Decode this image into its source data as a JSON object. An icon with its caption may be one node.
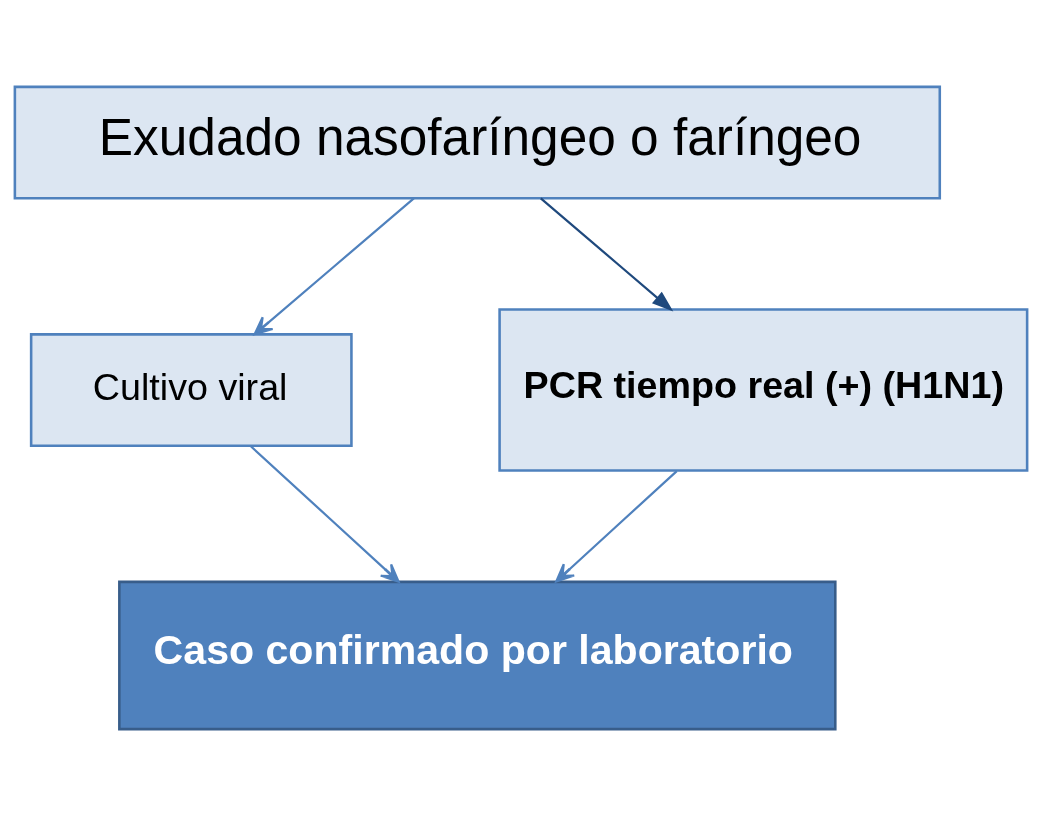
{
  "diagram": {
    "nodes": [
      {
        "text": [
          "Exudado nasofaríngeo o faríngeo"
        ]
      },
      {
        "text": [
          "Cultivo viral"
        ]
      },
      {
        "text": [
          "PCR tiempo real (+) (H1N1)"
        ]
      },
      {
        "text": [
          "Caso confirmado por laboratorio"
        ]
      }
    ],
    "edges": [
      {
        "from": 0,
        "to": 1,
        "arrow": "to"
      },
      {
        "from": 0,
        "to": 2,
        "arrow": "to",
        "color": "#1f497d"
      },
      {
        "from": 1,
        "to": 3,
        "arrow": "to"
      },
      {
        "from": 2,
        "to": 3,
        "arrow": "to"
      }
    ]
  }
}
